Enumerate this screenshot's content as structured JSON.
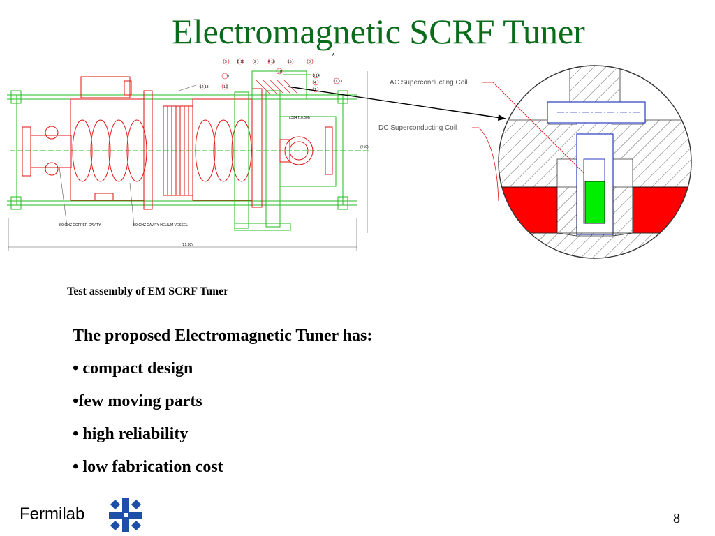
{
  "slide": {
    "title": "Electromagnetic SCRF Tuner",
    "caption": "Test assembly of  EM SCRF Tuner",
    "intro": "The proposed Electromagnetic Tuner has:",
    "bullets": [
      "• compact design",
      "•few moving parts",
      "• high reliability",
      "• low fabrication cost"
    ],
    "footer_brand": "Fermilab",
    "page_number": "8"
  },
  "drawing": {
    "label_copper_cavity": "3.9 GHZ COPPER CAVITY",
    "label_helium_vessel": "3.9 GHZ CAVITY HELIUM VESSEL",
    "dim_overall": "(21.98)",
    "dim_gap": "(.394 [10.00])",
    "dim_side": "(#10)",
    "section_marker": "A",
    "balloons": [
      "5",
      "6 18",
      "2",
      "4 16",
      "15",
      "8",
      "7 19",
      "3 14",
      "16",
      "11 13",
      "1",
      "4",
      "12 13",
      "10"
    ]
  },
  "detail": {
    "ac_coil_label": "AC Superconducting Coil",
    "dc_coil_label": "DC Superconducting Coil"
  },
  "colors": {
    "title": "#0a6b1a",
    "drawing_red": "#e01010",
    "drawing_green": "#22bb22",
    "coil_red": "#ff0000",
    "coil_green": "#00ee00",
    "outline_blue": "#2a3cc0",
    "logo_blue": "#1e4fa8"
  }
}
